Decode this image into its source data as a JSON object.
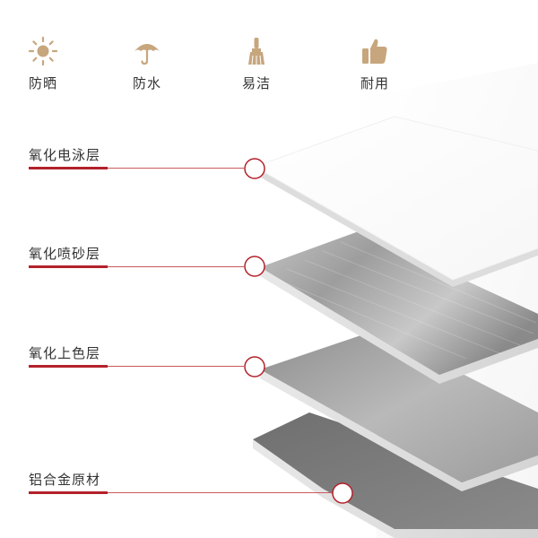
{
  "features": [
    {
      "label": "防晒",
      "icon": "sun-icon"
    },
    {
      "label": "防水",
      "icon": "umbrella-icon"
    },
    {
      "label": "易洁",
      "icon": "brush-icon"
    },
    {
      "label": "耐用",
      "icon": "thumbs-up-icon"
    }
  ],
  "layers": [
    {
      "label": "氧化电泳层"
    },
    {
      "label": "氧化喷砂层"
    },
    {
      "label": "氧化上色层"
    },
    {
      "label": "铝合金原材"
    }
  ],
  "colors": {
    "icon": "#c7a67e",
    "accent_line": "#b3212a",
    "marker_ring": "#b3212a"
  }
}
